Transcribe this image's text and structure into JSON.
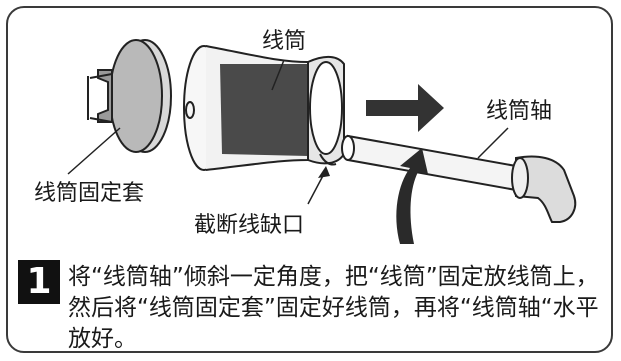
{
  "labels": {
    "spool": "线筒",
    "spool_axle": "线筒轴",
    "spool_cap": "线筒固定套",
    "cut_notch": "截断线缺口"
  },
  "step": {
    "number": "1",
    "text": "将“线筒轴”倾斜一定角度，把“线筒”固定放线筒上，然后将“线筒固定套”固定好线筒，再将“线筒轴“水平放好。"
  }
}
